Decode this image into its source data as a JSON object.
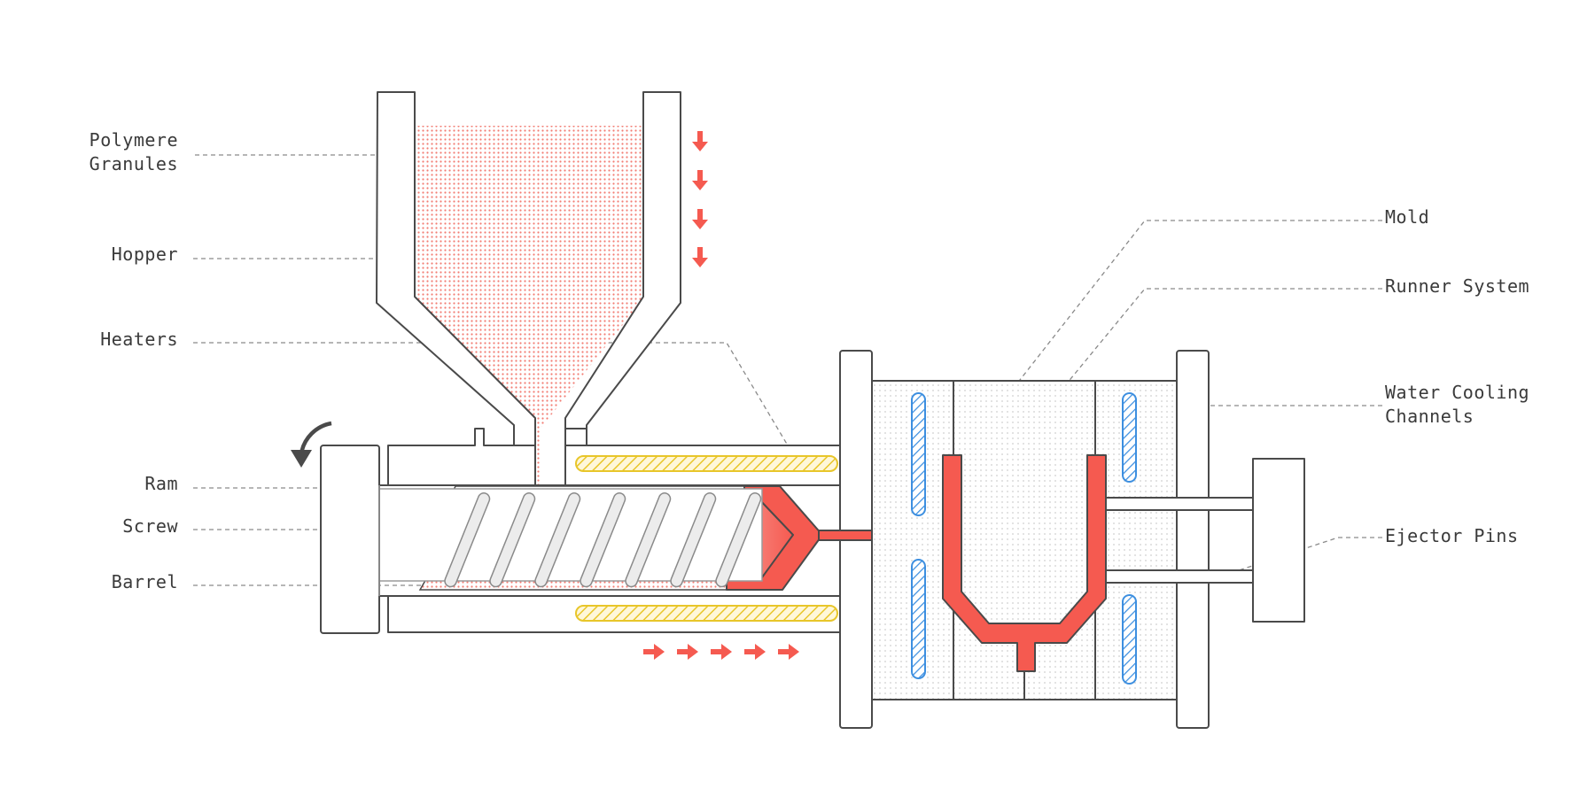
{
  "labels": {
    "polymere_line1": "Polymere",
    "polymere_line2": "Granules",
    "hopper": "Hopper",
    "heaters": "Heaters",
    "ram": "Ram",
    "screw": "Screw",
    "barrel": "Barrel",
    "mold": "Mold",
    "runner_system": "Runner System",
    "water_cooling_line1": "Water Cooling",
    "water_cooling_line2": "Channels",
    "ejector_pins": "Ejector Pins"
  },
  "colors": {
    "melt": "#f55a50",
    "heater": "#e8c62a",
    "cooling": "#3d8fe0",
    "outline": "#4a4a4a",
    "leader": "#8a8a8a"
  },
  "icons": {
    "feed_arrows": "arrow-down-icon",
    "flow_arrows": "arrow-right-icon",
    "rotation": "rotation-arrow-icon"
  }
}
